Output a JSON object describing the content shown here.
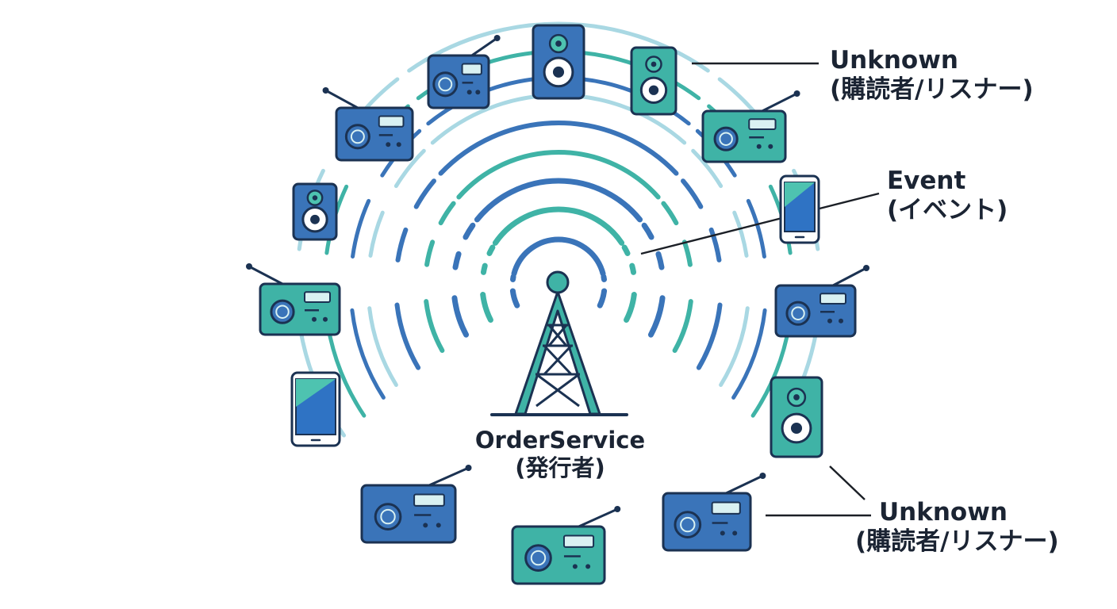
{
  "publisher": {
    "name": "OrderService",
    "role": "(発行者)"
  },
  "event": {
    "name": "Event",
    "role": "(イベント)"
  },
  "subscriber_top": {
    "name": "Unknown",
    "role": "(購読者/リスナー)"
  },
  "subscriber_bottom": {
    "name": "Unknown",
    "role": "(購読者/リスナー)"
  },
  "colors": {
    "outline": "#1b3252",
    "blue": "#3a74b9",
    "teal": "#3fb3a6",
    "light_blue": "#a9d8e3",
    "screen_blue": "#2f73c4",
    "screen_teal": "#4ec3b0",
    "text": "#1b2433"
  },
  "devices": [
    {
      "kind": "radio",
      "icon": "radio-icon",
      "color": "blue"
    },
    {
      "kind": "radio",
      "icon": "radio-icon",
      "color": "blue"
    },
    {
      "kind": "speaker",
      "icon": "speaker-icon",
      "color": "blue"
    },
    {
      "kind": "speaker",
      "icon": "speaker-icon",
      "color": "teal"
    },
    {
      "kind": "radio",
      "icon": "radio-icon",
      "color": "teal"
    },
    {
      "kind": "phone",
      "icon": "smartphone-icon",
      "color": "blue"
    },
    {
      "kind": "radio",
      "icon": "radio-icon",
      "color": "blue"
    },
    {
      "kind": "speaker",
      "icon": "speaker-icon",
      "color": "teal"
    },
    {
      "kind": "radio",
      "icon": "radio-icon",
      "color": "blue"
    },
    {
      "kind": "radio",
      "icon": "radio-icon",
      "color": "teal"
    },
    {
      "kind": "radio",
      "icon": "radio-icon",
      "color": "blue"
    },
    {
      "kind": "phone",
      "icon": "smartphone-icon",
      "color": "blue"
    },
    {
      "kind": "radio",
      "icon": "radio-icon",
      "color": "teal"
    },
    {
      "kind": "speaker",
      "icon": "speaker-icon",
      "color": "blue"
    }
  ]
}
